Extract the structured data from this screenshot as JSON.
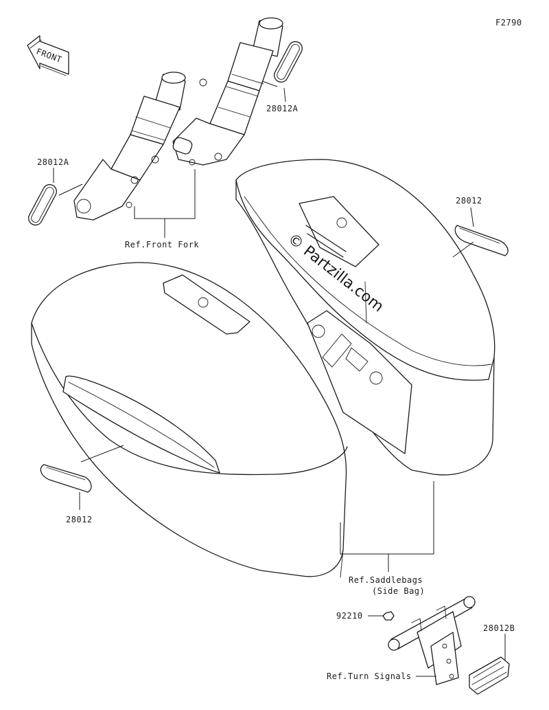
{
  "figure_code": "F2790",
  "front_marker": "FRONT",
  "watermark": "© Partzilla.com",
  "labels": {
    "reflector_a_right": "28012A",
    "reflector_a_left": "28012A",
    "reflector_right": "28012",
    "reflector_left": "28012",
    "ref_front_fork": "Ref.Front Fork",
    "ref_saddlebags_line1": "Ref.Saddlebags",
    "ref_saddlebags_line2": "(Side Bag)",
    "nut": "92210",
    "reflector_b": "28012B",
    "ref_turn_signals": "Ref.Turn Signals"
  }
}
